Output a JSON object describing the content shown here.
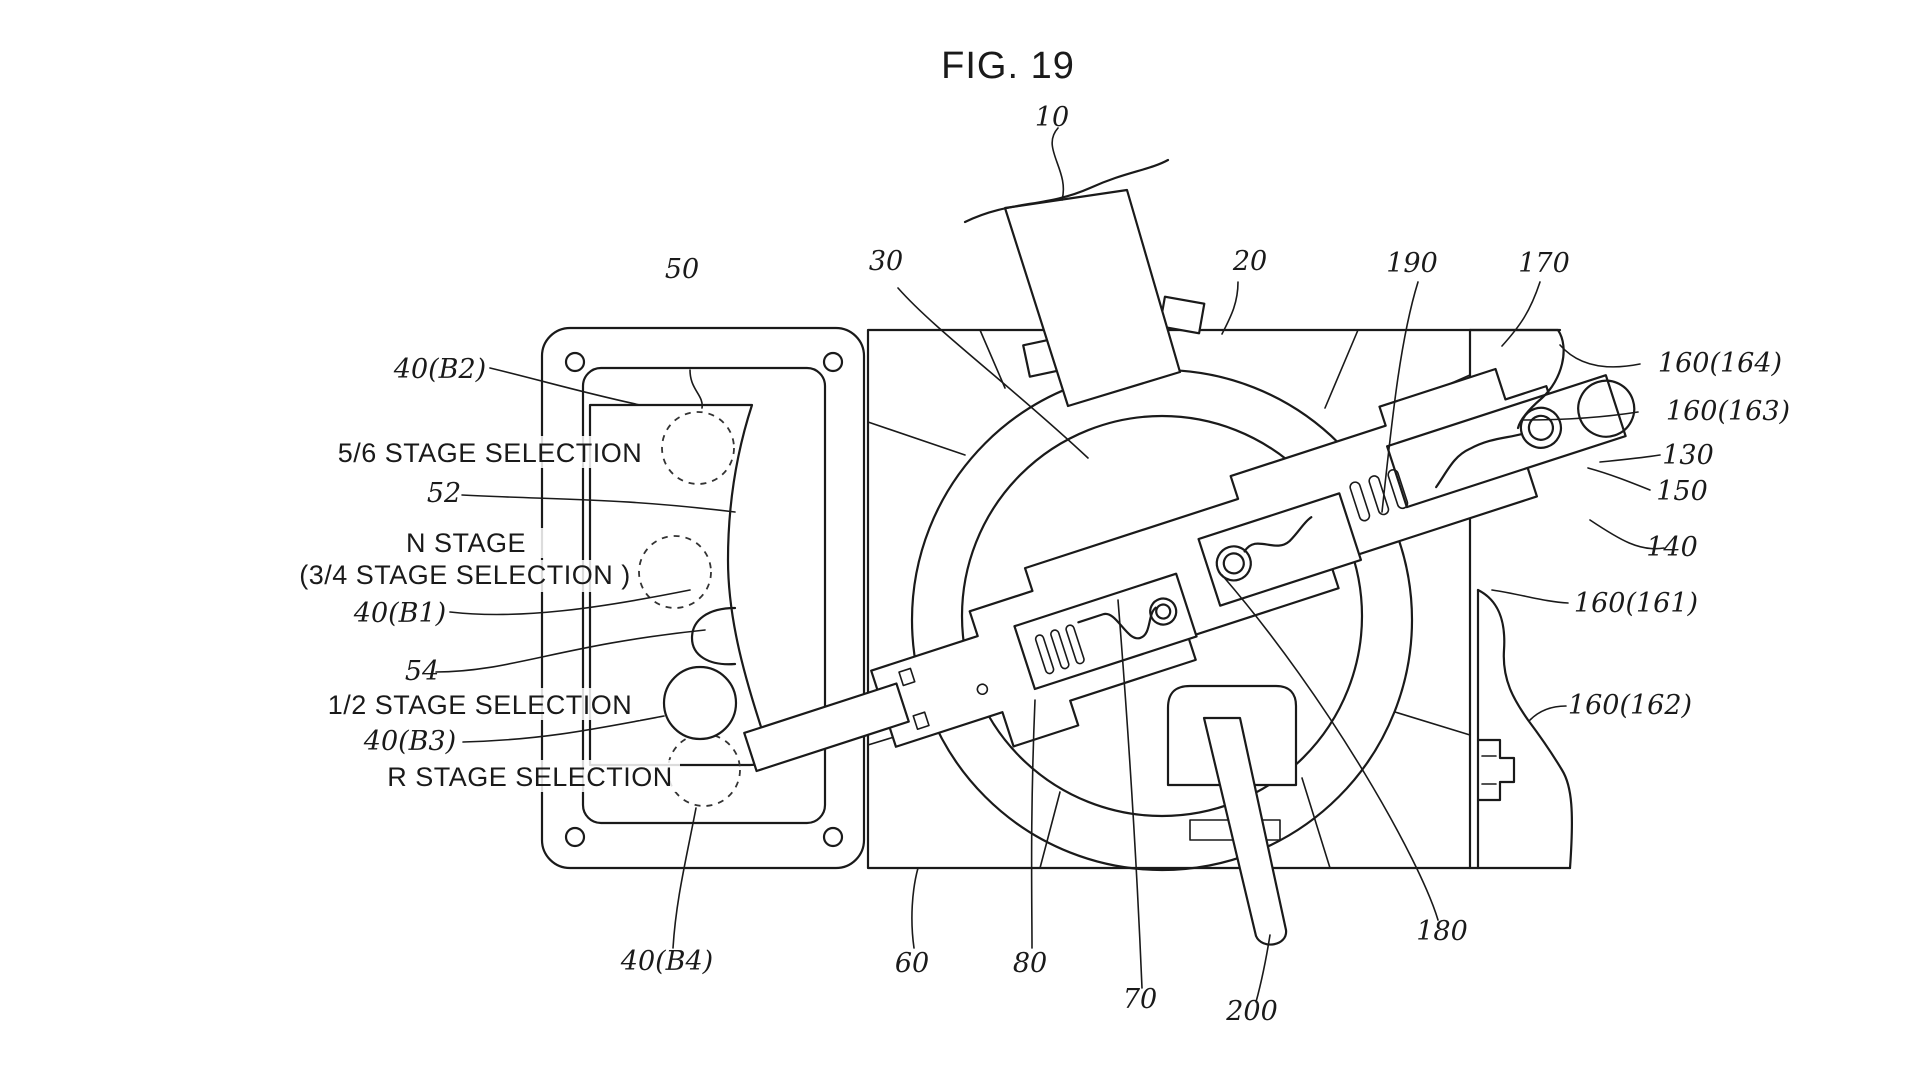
{
  "figure": {
    "title": "FIG. 19",
    "reference_labels": {
      "r10": "10",
      "r20": "20",
      "r30": "30",
      "r50": "50",
      "r52": "52",
      "r54": "54",
      "r60": "60",
      "r70": "70",
      "r80": "80",
      "r130": "130",
      "r140": "140",
      "r150": "150",
      "r170": "170",
      "r180": "180",
      "r190": "190",
      "r200": "200",
      "b1": "40(B1)",
      "b2": "40(B2)",
      "b3": "40(B3)",
      "b4": "40(B4)",
      "r161": "160(161)",
      "r162": "160(162)",
      "r163": "160(163)",
      "r164": "160(164)"
    },
    "stage_labels": {
      "s56": "5/6  STAGE SELECTION",
      "n_stage": "N  STAGE",
      "n_sub": "(3/4  STAGE SELECTION )",
      "s12": "1/2  STAGE SELECTION",
      "r_stage": "R  STAGE SELECTION"
    }
  }
}
